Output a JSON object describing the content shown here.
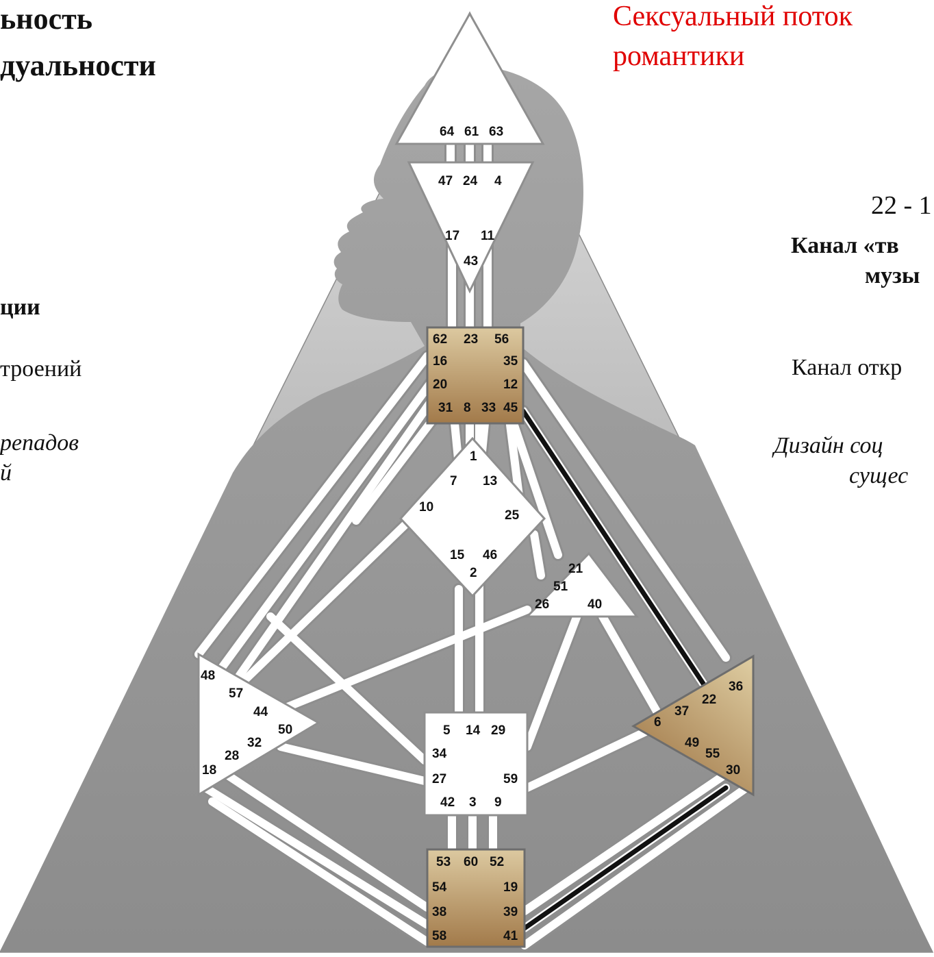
{
  "left_text": {
    "title_line1": "ьность",
    "title_line2": "дуальности",
    "line3": "ции",
    "line4": "троений",
    "line5": "репадов",
    "line6": "й"
  },
  "right_text": {
    "red_title_line1": "Сексуальный поток",
    "red_title_line2": "романтики",
    "channel_number": "22 - 1",
    "channel_name_line1": "Канал «тв",
    "channel_name_line2": "музы",
    "description": "Канал откр",
    "italic_line1": "Дизайн соц",
    "italic_line2": "сущес"
  },
  "colors": {
    "red_title": "#e00000",
    "defined_center_top": "#d8c49a",
    "defined_center_bottom": "#a47c4c",
    "silhouette": "#9c9c9c",
    "background_triangle": "#bdbdbd",
    "channel_defined": "#111111"
  },
  "centers": {
    "head": [
      "64",
      "61",
      "63"
    ],
    "ajna_top": [
      "47",
      "24",
      "4"
    ],
    "ajna_mid": [
      "17",
      "11"
    ],
    "ajna_bottom": [
      "43"
    ],
    "throat": [
      "62",
      "23",
      "56",
      "16",
      "35",
      "20",
      "12",
      "31",
      "8",
      "33",
      "45"
    ],
    "g": [
      "1",
      "7",
      "13",
      "10",
      "25",
      "15",
      "46",
      "2"
    ],
    "ego": [
      "21",
      "51",
      "26",
      "40"
    ],
    "spleen": [
      "48",
      "57",
      "44",
      "50",
      "32",
      "28",
      "18"
    ],
    "sacral": [
      "5",
      "14",
      "29",
      "34",
      "27",
      "59",
      "42",
      "3",
      "9"
    ],
    "solar_plexus": [
      "36",
      "22",
      "37",
      "6",
      "49",
      "55",
      "30"
    ],
    "root": [
      "53",
      "60",
      "52",
      "54",
      "19",
      "38",
      "39",
      "58",
      "41"
    ]
  }
}
